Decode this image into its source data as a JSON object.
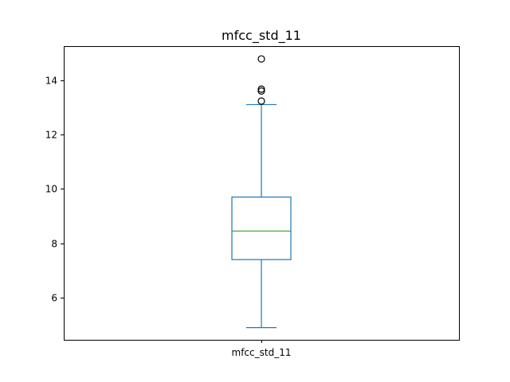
{
  "chart_data": {
    "type": "box",
    "title": "mfcc_std_11",
    "xlabel": "",
    "ylabel": "",
    "categories": [
      "mfcc_std_11"
    ],
    "ylim": [
      4.45,
      15.25
    ],
    "yticks": [
      6,
      8,
      10,
      12,
      14
    ],
    "box": {
      "whisker_low": 4.9,
      "q1": 7.4,
      "median": 8.45,
      "q3": 9.7,
      "whisker_high": 13.1,
      "outliers": [
        13.23,
        13.6,
        13.67,
        14.78
      ]
    },
    "grid": false,
    "legend": "none",
    "colors": {
      "box": "#1f77b4",
      "median": "#2ca02c",
      "outlier_edge": "#000000",
      "axes": "#000000"
    }
  }
}
